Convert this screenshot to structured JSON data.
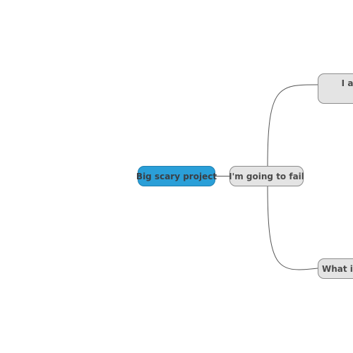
{
  "mindmap": {
    "root": {
      "label": "Big scary project",
      "color": "#2a9fd8"
    },
    "child": {
      "label": "I'm going to fail"
    },
    "branches": [
      {
        "label": "I always\npro"
      },
      {
        "label": "What if"
      }
    ]
  }
}
